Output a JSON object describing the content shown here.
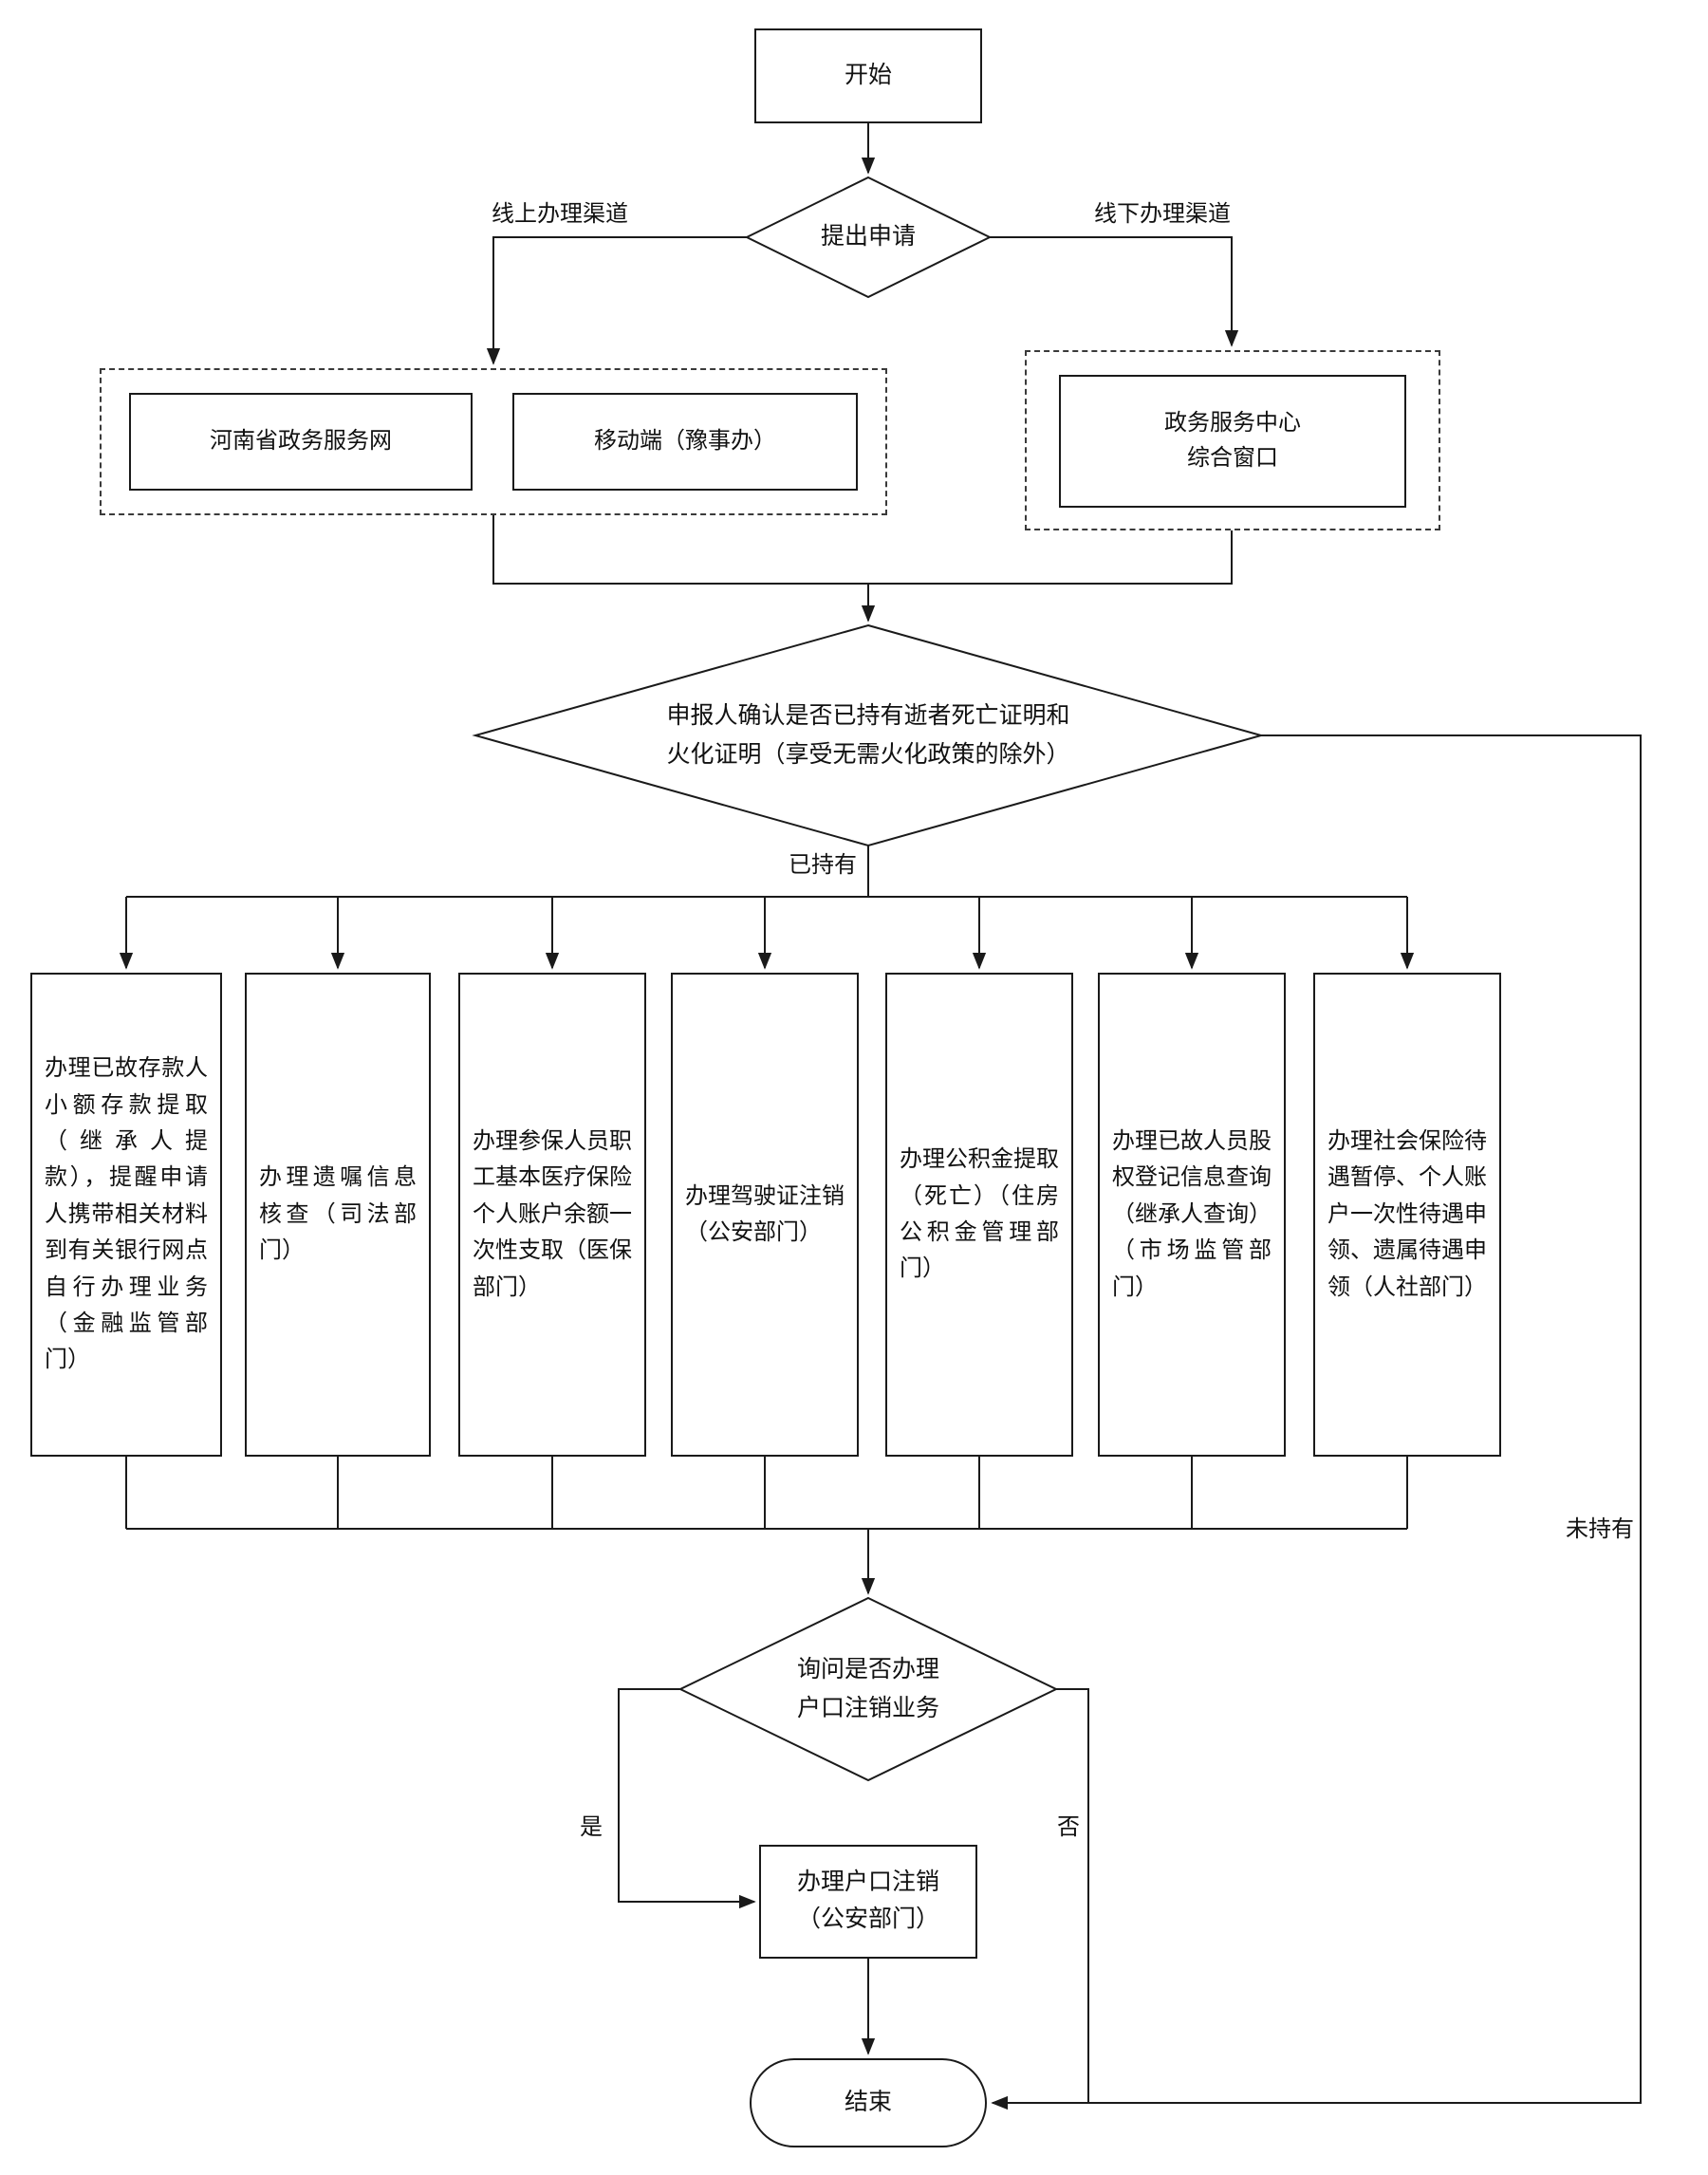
{
  "flow": {
    "start": "开始",
    "apply": "提出申请",
    "confirm": {
      "line1": "申报人确认是否已持有逝者死亡证明和",
      "line2": "火化证明（享受无需火化政策的除外）"
    },
    "channels": {
      "web": "河南省政务服务网",
      "mobile": "移动端（豫事办）",
      "center": {
        "line1": "政务服务中心",
        "line2": "综合窗口"
      }
    },
    "ask": {
      "line1": "询问是否办理",
      "line2": "户口注销业务"
    },
    "hukou": {
      "line1": "办理户口注销",
      "line2": "（公安部门）"
    },
    "end": "结束"
  },
  "edges": {
    "online": "线上办理渠道",
    "offline": "线下办理渠道",
    "has": "已持有",
    "not_has": "未持有",
    "yes": "是",
    "no": "否"
  },
  "branches": [
    {
      "text": "办理已故存款人小额存款提取（继承人提款），提醒申请人携带相关材料到有关银行网点自行办理业务（金融监管部门）"
    },
    {
      "text": "办理遗嘱信息核查（司法部门）"
    },
    {
      "text": "办理参保人员职工基本医疗保险个人账户余额一次性支取（医保部门）"
    },
    {
      "text": "办理驾驶证注销（公安部门）"
    },
    {
      "text": "办理公积金提取（死亡）（住房公积金管理部门）"
    },
    {
      "text": "办理已故人员股权登记信息查询（继承人查询）（市场监管部门）"
    },
    {
      "text": "办理社会保险待遇暂停、个人账户一次性待遇申领、遗属待遇申领（人社部门）"
    }
  ]
}
